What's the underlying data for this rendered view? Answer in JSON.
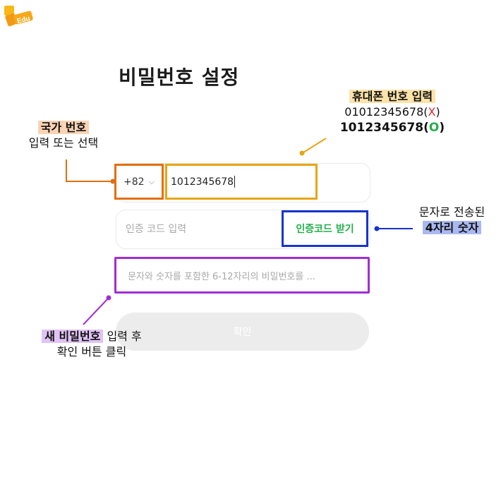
{
  "page": {
    "title": "비밀번호 설정"
  },
  "form": {
    "country_code": "+82",
    "phone_value": "1012345678",
    "code_placeholder": "인증 코드 입력",
    "code_button": "인증코드 받기",
    "password_placeholder": "문자와 숫자를 포함한 6-12자리의 비밀번호를 ...",
    "confirm_button": "확인"
  },
  "annotations": {
    "country": {
      "label": "국가 번호",
      "desc": "입력 또는 선택"
    },
    "phone": {
      "label": "휴대폰 번호 입력",
      "wrong": "01012345678",
      "wrong_mark": "X",
      "right": "1012345678",
      "right_mark": "O",
      "open": "(",
      "close": ")"
    },
    "code": {
      "line1": "문자로 전송된",
      "label": "4자리 숫자"
    },
    "password": {
      "label": "새 비밀번호",
      "desc1": "입력 후",
      "desc2": "확인 버튼 클릭"
    }
  },
  "colors": {
    "country": "#e46e10",
    "phone": "#e6a615",
    "code": "#1733d0",
    "password": "#a22dd3"
  },
  "icons": {
    "logo": "edu-logo",
    "country_chevron": "chevron-down-icon"
  }
}
